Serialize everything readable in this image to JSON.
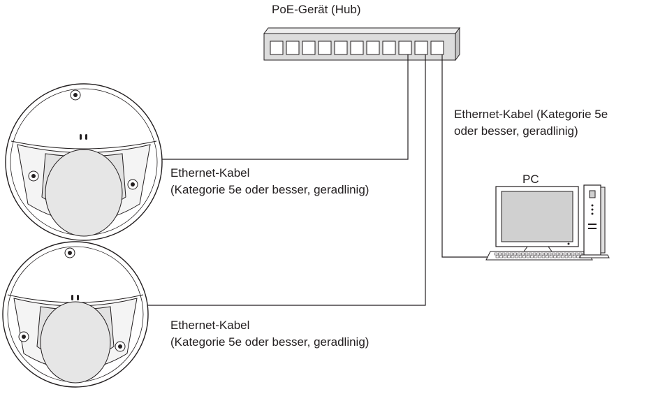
{
  "hub": {
    "label": "PoE-Gerät (Hub)",
    "port_count": 11
  },
  "cameras": [
    {
      "cable_label": [
        "Ethernet-Kabel",
        "(Kategorie 5e oder besser, geradlinig)"
      ]
    },
    {
      "cable_label": [
        "Ethernet-Kabel",
        "(Kategorie 5e oder besser, geradlinig)"
      ]
    }
  ],
  "pc": {
    "label": "PC",
    "cable_label": [
      "Ethernet-Kabel (Kategorie 5e",
      "oder besser, geradlinig)"
    ]
  },
  "colors": {
    "line": "#231f20",
    "hub_fill": "#dcdcdc",
    "camera_body": "#ffffff",
    "camera_shade": "#e2e2e2",
    "screen": "#d0d0d0"
  }
}
